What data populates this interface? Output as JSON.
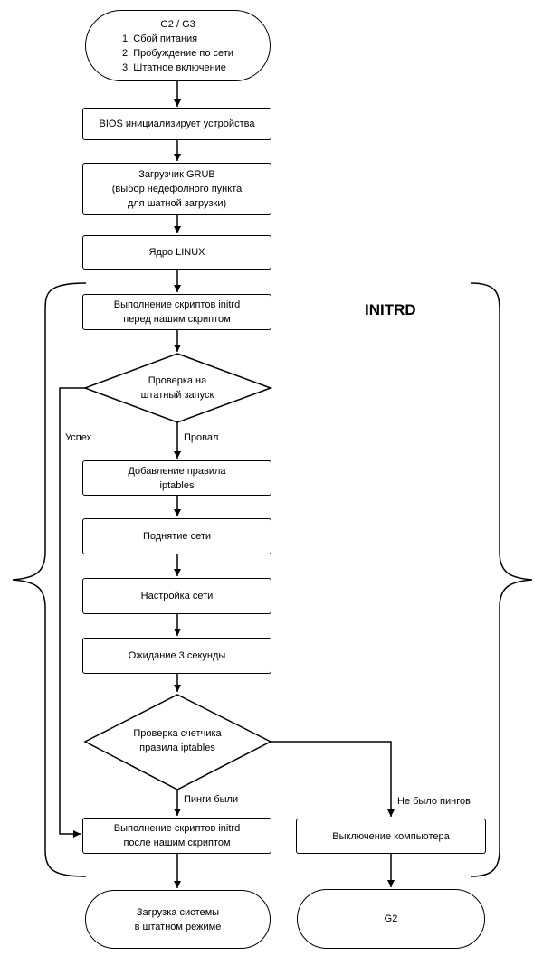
{
  "start": {
    "title": "G2 / G3",
    "items": [
      "1. Сбой питания",
      "2. Пробуждение по сети",
      "3. Штатное включение"
    ]
  },
  "bios": [
    "BIOS инициализирует устройства"
  ],
  "grub": [
    "Загрузчик GRUB",
    "(выбор недефолного пункта",
    "для шатной загрузки)"
  ],
  "kernel": [
    "Ядро LINUX"
  ],
  "initrd_title": "INITRD",
  "pre_scripts": [
    "Выполнение скриптов initrd",
    "перед нашим скриптом"
  ],
  "check_normal": [
    "Проверка на",
    "штатный запуск"
  ],
  "label_success": "Успех",
  "label_fail": "Провал",
  "add_rule": [
    "Добавление правила",
    "iptables"
  ],
  "net_up": [
    "Поднятие сети"
  ],
  "net_config": [
    "Настройка сети"
  ],
  "wait": [
    "Ожидание 3 секунды"
  ],
  "check_counter": [
    "Проверка счетчика",
    "правила iptables"
  ],
  "label_pings": "Пинги были",
  "label_no_pings": "Не было пингов",
  "post_scripts": [
    "Выполнение скриптов initrd",
    "после нашим скриптом"
  ],
  "shutdown": [
    "Выключение компьютера"
  ],
  "boot_normal": [
    "Загрузка системы",
    "в штатном режиме"
  ],
  "end_g2": [
    "G2"
  ]
}
